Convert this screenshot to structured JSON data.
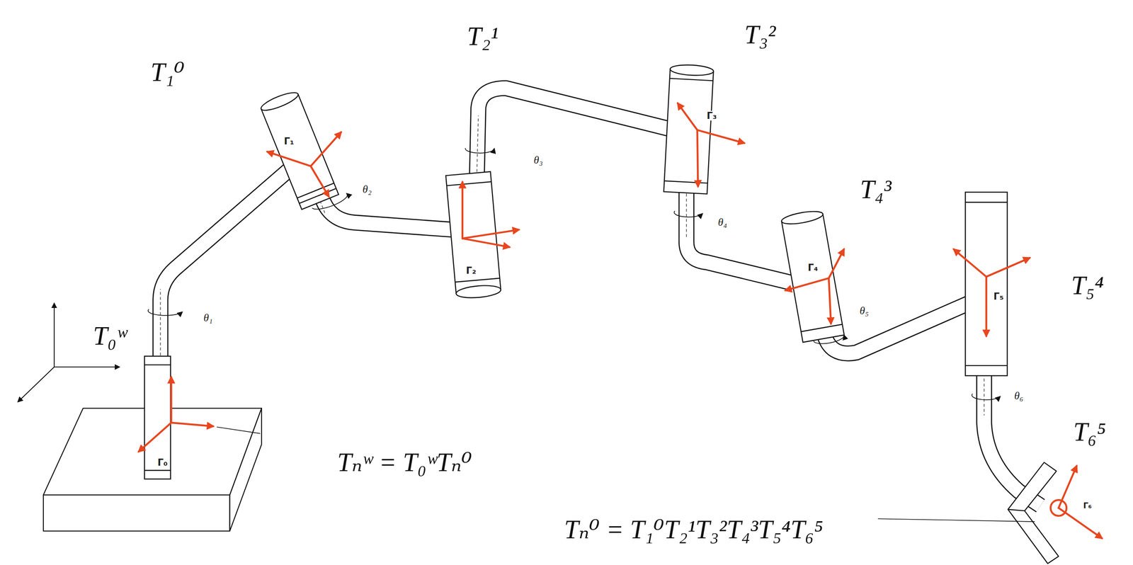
{
  "diagram": {
    "labels": [
      "T₁⁰",
      "T₂¹",
      "T₃²",
      "T₄³",
      "T₅⁴",
      "T₆⁵",
      "T₀ʷ",
      "θ₁",
      "θ₂",
      "θ₃",
      "θ₄",
      "θ₅",
      "θ₆",
      "Γ₀",
      "Γ₁",
      "Γ₂",
      "Γ₃",
      "Γ₄",
      "Γ₅",
      "Γ₆",
      "Tₙʷ = T₀ʷTₙ⁰",
      "Tₙ⁰ = T₁⁰T₂¹T₃²T₄³T₅⁴T₆⁵"
    ]
  }
}
